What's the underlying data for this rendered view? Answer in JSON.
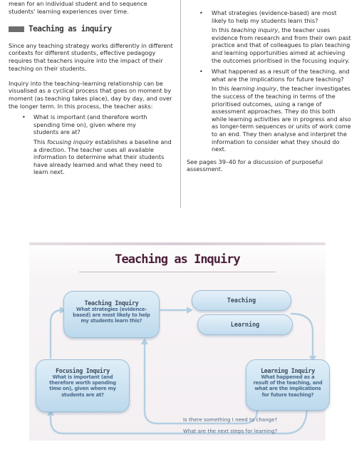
{
  "left_column": {
    "intro_line1": "mean for an individual student and to sequence",
    "intro_line2": "students' learning experiences over time.",
    "heading": "Teaching as inquiry",
    "para1": "Since any teaching strategy works differently in different contexts for different students, effective pedagogy requires that teachers inquire into the impact of their teaching on their students.",
    "para2": "Inquiry into the teaching–learning relationship can be visualised as a cyclical process that goes on moment by moment (as teaching takes place), day by day, and over the longer term.  In this process, the teacher asks:",
    "bullet1_question": "What is important (and therefore worth spending time on), given where my students are at?",
    "bullet1_pre": "This ",
    "bullet1_term": "focusing inquiry",
    "bullet1_post": " establishes a baseline and a direction.  The teacher uses all available information to determine what their students have already learned and what they need to learn next."
  },
  "right_column": {
    "bullet2_question": "What strategies (evidence-based) are most likely to help my students learn this?",
    "bullet2_pre": "In this ",
    "bullet2_term": "teaching inquiry",
    "bullet2_post": ", the teacher uses evidence from research and from their own past practice and that of colleagues to plan teaching and learning opportunities aimed at achieving the outcomes prioritised in the focusing inquiry.",
    "bullet3_question": "What happened as a result of the teaching, and what are the implications for future teaching?",
    "bullet3_pre": "In this ",
    "bullet3_term": "learning inquiry",
    "bullet3_post": ", the teacher investigates the success of the teaching in terms of the prioritised outcomes, using a range of assessment approaches.  They do this both while learning activities are in progress and also as longer-term sequences or units of work come to an end.  They then analyse and interpret the information to consider what they should do next.",
    "see_pages": "See pages 39–40 for a discussion of purposeful assessment."
  },
  "bullet_glyph": "•",
  "diagram": {
    "title": "Teaching as Inquiry",
    "teaching_inquiry": {
      "title": "Teaching Inquiry",
      "text": "What strategies (evidence-based) are most likely to help my students learn this?"
    },
    "teaching_pill": "Teaching",
    "learning_pill": "Learning",
    "focusing_inquiry": {
      "title": "Focusing Inquiry",
      "text": "What is important (and therefore worth spending time on), given where my students are at?"
    },
    "learning_inquiry": {
      "title": "Learning Inquiry",
      "text": "What happened as a result of the teaching, and what are the implications for future teaching?"
    },
    "question_change": "Is there something I need to change?",
    "question_next": "What are the next steps for learning?",
    "colors": {
      "title": "#4a1f3a",
      "box_top": "#dfeef8",
      "box_bottom": "#bcd9ec",
      "arrow": "#a9c8dc"
    }
  }
}
